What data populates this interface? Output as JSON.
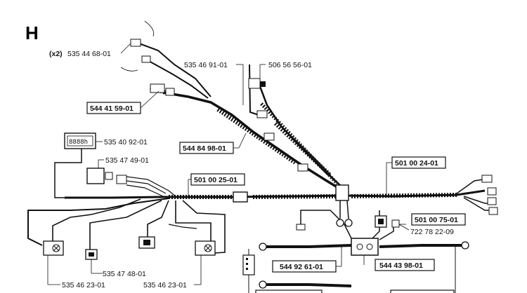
{
  "section_letter": "H",
  "labels": {
    "qty_prefix": "(x2)",
    "fuse_clip": "535 44 68-01",
    "harness_top": "535 46 91-01",
    "switch_top": "506 56 56-01",
    "harness_main_box": "544 41 59-01",
    "harness_mid_box": "544 84 98-01",
    "hourmeter": "535 40 92-01",
    "relay_left": "535 47 49-01",
    "harness_center_box": "501 00 25-01",
    "harness_right_box": "501 00 24-01",
    "relay_right_box": "501 00 75-01",
    "relay_right_part": "722 78 22-09",
    "cable_box_left": "544 92 61-01",
    "solenoid_box": "544 43 98-01",
    "switch_small": "535 47 48-01",
    "switch_left": "535 46 23-01",
    "switch_right": "535 46 23-01",
    "hourmeter_display": "8888h"
  }
}
